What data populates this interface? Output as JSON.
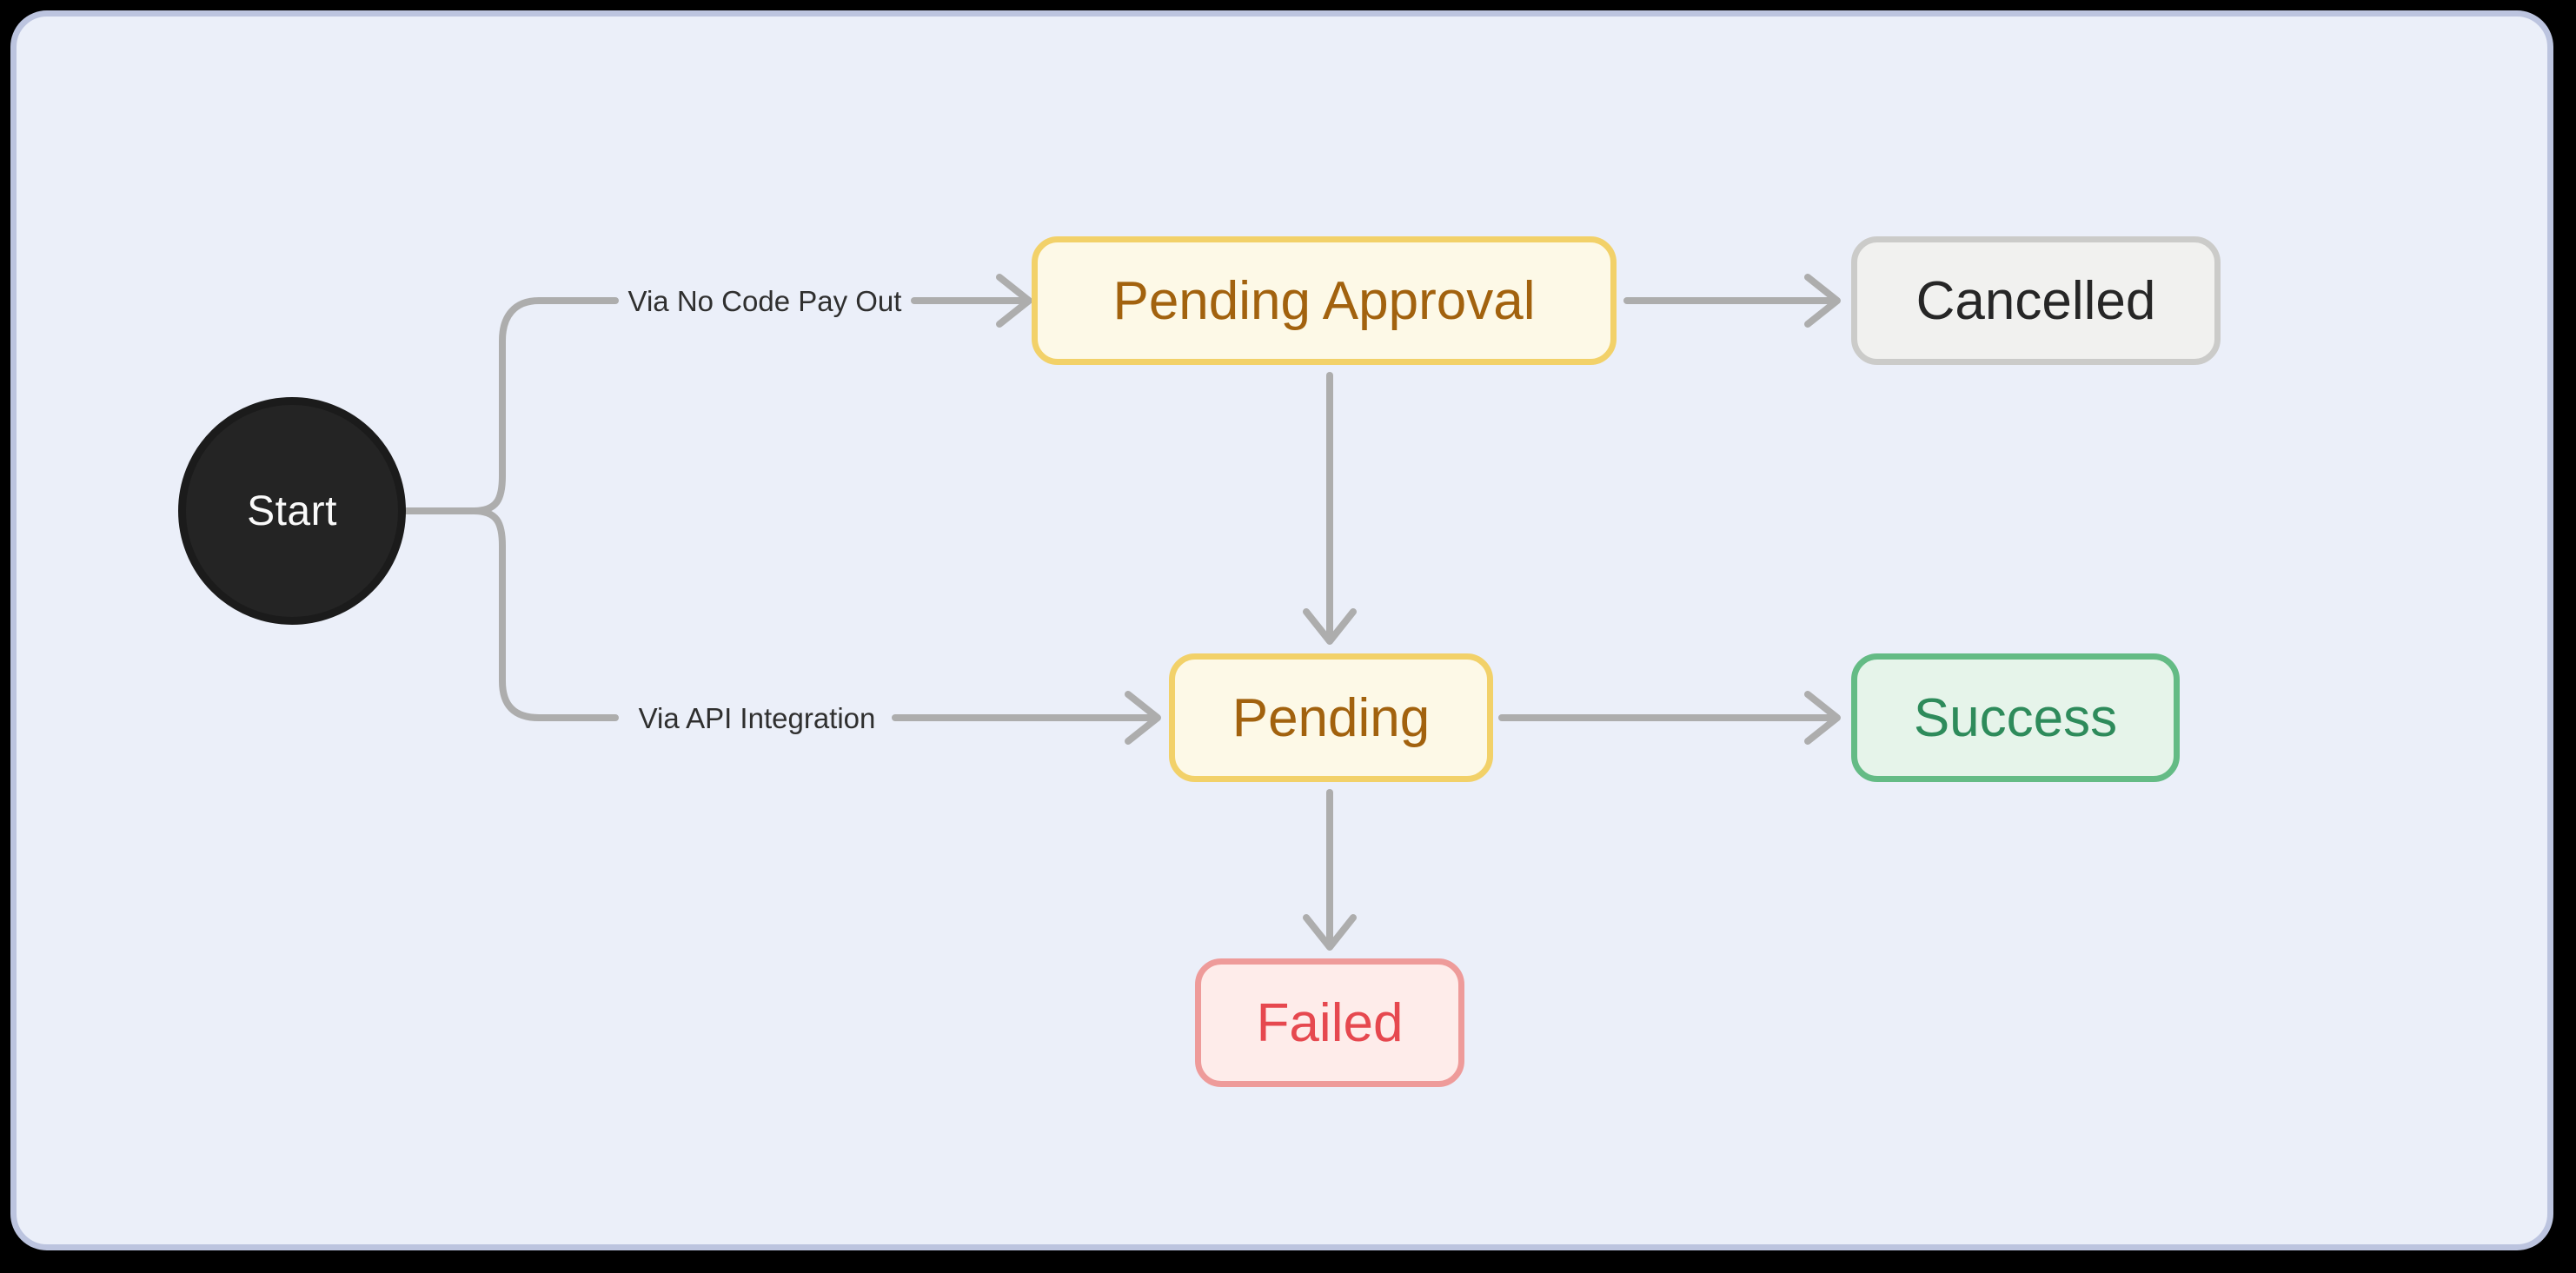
{
  "canvas": {
    "background": "#EBEFF9",
    "panel_border_color": "#BCC4DF",
    "frame_color": "#000000",
    "connector_color": "#ADADAD"
  },
  "nodes": {
    "start": {
      "label": "Start",
      "shape": "circle",
      "fill": "#242424",
      "text_color": "#FAFAFA"
    },
    "pending_approval": {
      "label": "Pending Approval",
      "shape": "rounded-rect",
      "fill": "#FDF9E7",
      "border_color": "#F2D169",
      "text_color": "#A2620E"
    },
    "cancelled": {
      "label": "Cancelled",
      "shape": "rounded-rect",
      "fill": "#F1F1EF",
      "border_color": "#CBCBC9",
      "text_color": "#262626"
    },
    "pending": {
      "label": "Pending",
      "shape": "rounded-rect",
      "fill": "#FDF9E7",
      "border_color": "#F2D169",
      "text_color": "#A2620E"
    },
    "success": {
      "label": "Success",
      "shape": "rounded-rect",
      "fill": "#E6F4EA",
      "border_color": "#64BB85",
      "text_color": "#2E8B5B"
    },
    "failed": {
      "label": "Failed",
      "shape": "rounded-rect",
      "fill": "#FEECEA",
      "border_color": "#EE9B9A",
      "text_color": "#E6484F"
    }
  },
  "edges": {
    "no_code": {
      "label": "Via No Code Pay Out"
    },
    "api": {
      "label": "Via API Integration"
    },
    "connections": [
      {
        "from": "start",
        "to": "pending_approval",
        "label": "Via No Code Pay Out"
      },
      {
        "from": "start",
        "to": "pending",
        "label": "Via API Integration"
      },
      {
        "from": "pending_approval",
        "to": "cancelled",
        "label": ""
      },
      {
        "from": "pending_approval",
        "to": "pending",
        "label": ""
      },
      {
        "from": "pending",
        "to": "success",
        "label": ""
      },
      {
        "from": "pending",
        "to": "failed",
        "label": ""
      }
    ]
  }
}
